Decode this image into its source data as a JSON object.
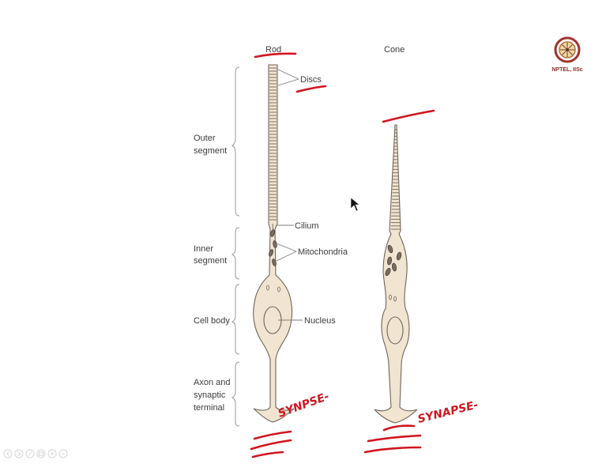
{
  "diagram": {
    "columns": {
      "rod": "Rod",
      "cone": "Cone"
    },
    "segments": {
      "outer_1": "Outer",
      "outer_2": "segment",
      "inner_1": "Inner",
      "inner_2": "segment",
      "body": "Cell body",
      "axon_1": "Axon and",
      "axon_2": "synaptic",
      "axon_3": "terminal"
    },
    "parts": {
      "discs": "Discs",
      "cilium": "Cilium",
      "mitochondria": "Mitochondria",
      "nucleus": "Nucleus"
    }
  },
  "logo": {
    "text": "NPTEL, IISc"
  },
  "annotations": {
    "rod_note": "SYNPSE-",
    "cone_note": "SYNAPSE-",
    "ink_color": "#d0161f"
  },
  "player": {
    "controls": [
      "prev-icon",
      "play-icon",
      "pen-icon",
      "camera-icon",
      "zoom-in-icon",
      "zoom-out-icon"
    ]
  }
}
